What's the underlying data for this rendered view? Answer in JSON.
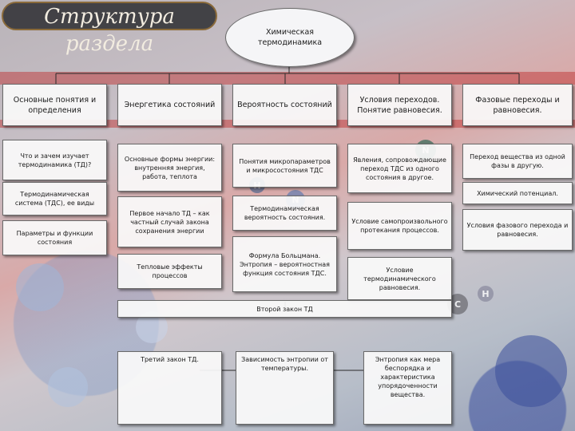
{
  "title": "Структура раздела",
  "root": "Химическая\nтермодинамика",
  "headers": [
    "Основные понятия и определения",
    "Энергетика состояний",
    "Вероятность состояний",
    "Условия переходов. Понятие равновесия.",
    "Фазовые переходы и равновесия."
  ],
  "col1": [
    "Что и зачем изучает термодинамика (ТД)?",
    "Термодинамическая система (ТДС), ее виды",
    "Параметры и функции состояния"
  ],
  "col2": [
    "Основные формы энергии: внутренняя энергия, работа, теплота",
    "Первое начало ТД – как частный случай закона сохранения энергии",
    "Тепловые эффекты процессов"
  ],
  "col3": [
    "Понятия микропараметров и микросостояния ТДС",
    "Термодинамическая вероятность состояния.",
    "Формула Больцмана. Энтропия – вероятностная функция состояния ТДС."
  ],
  "col4": [
    "Явления, сопровождающие переход ТДС из одного состояния в другое.",
    "Условие самопроизвольного протекания процессов.",
    "Условие термодинамического равновесия."
  ],
  "col5": [
    "Переход вещества из одной фазы в другую.",
    "Химический потенциал.",
    "Условия фазового перехода и равновесия."
  ],
  "second_law": "Второй закон ТД",
  "bottom": [
    "Третий закон ТД.",
    "Зависимость энтропии от температуры.",
    "Энтропия как мера беспорядка и характеристика упорядоченности вещества."
  ],
  "atoms": [
    "N",
    "H",
    "N",
    "C",
    "H"
  ]
}
